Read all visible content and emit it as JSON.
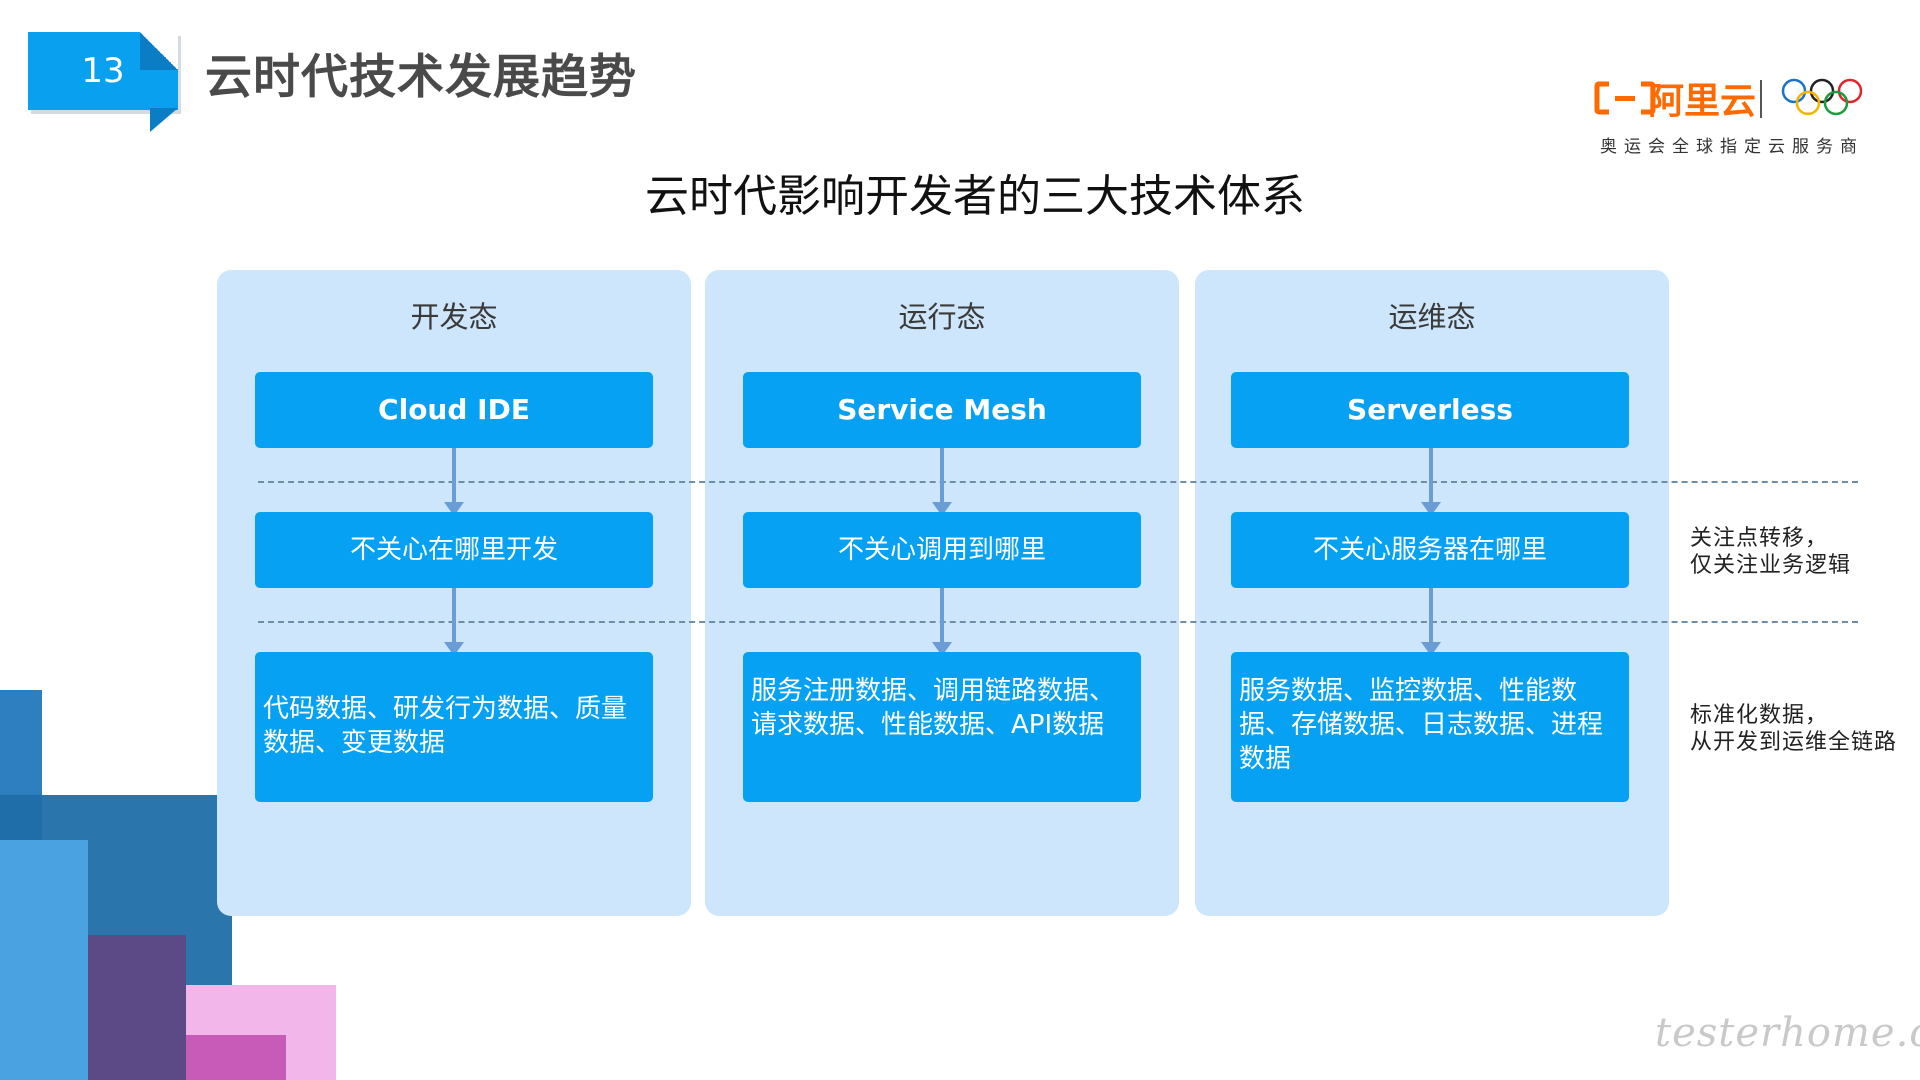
{
  "slide": {
    "number": "13",
    "title": "云时代技术发展趋势"
  },
  "brand": {
    "name": "阿里云",
    "tagline": "奥运会全球指定云服务商",
    "color": "#ff6a00"
  },
  "diagram": {
    "title": "云时代影响开发者的三大技术体系",
    "columns": [
      {
        "title": "开发态",
        "tech": "Cloud IDE",
        "concern": "不关心在哪里开发",
        "data": "代码数据、研发行为数据、质量数据、变更数据"
      },
      {
        "title": "运行态",
        "tech": "Service Mesh",
        "concern": "不关心调用到哪里",
        "data": "服务注册数据、调用链路数据、请求数据、性能数据、API数据"
      },
      {
        "title": "运维态",
        "tech": "Serverless",
        "concern": "不关心服务器在哪里",
        "data": "服务数据、监控数据、性能数据、存储数据、日志数据、进程数据"
      }
    ],
    "notes": {
      "shift_line1": "关注点转移，",
      "shift_line2": "仅关注业务逻辑",
      "standard_line1": "标准化数据，",
      "standard_line2": "从开发到运维全链路"
    }
  },
  "watermark": "testerhome.com",
  "colors": {
    "accent": "#06a1f2",
    "panel": "#cde6fb",
    "arrow": "#6a9cd6"
  }
}
